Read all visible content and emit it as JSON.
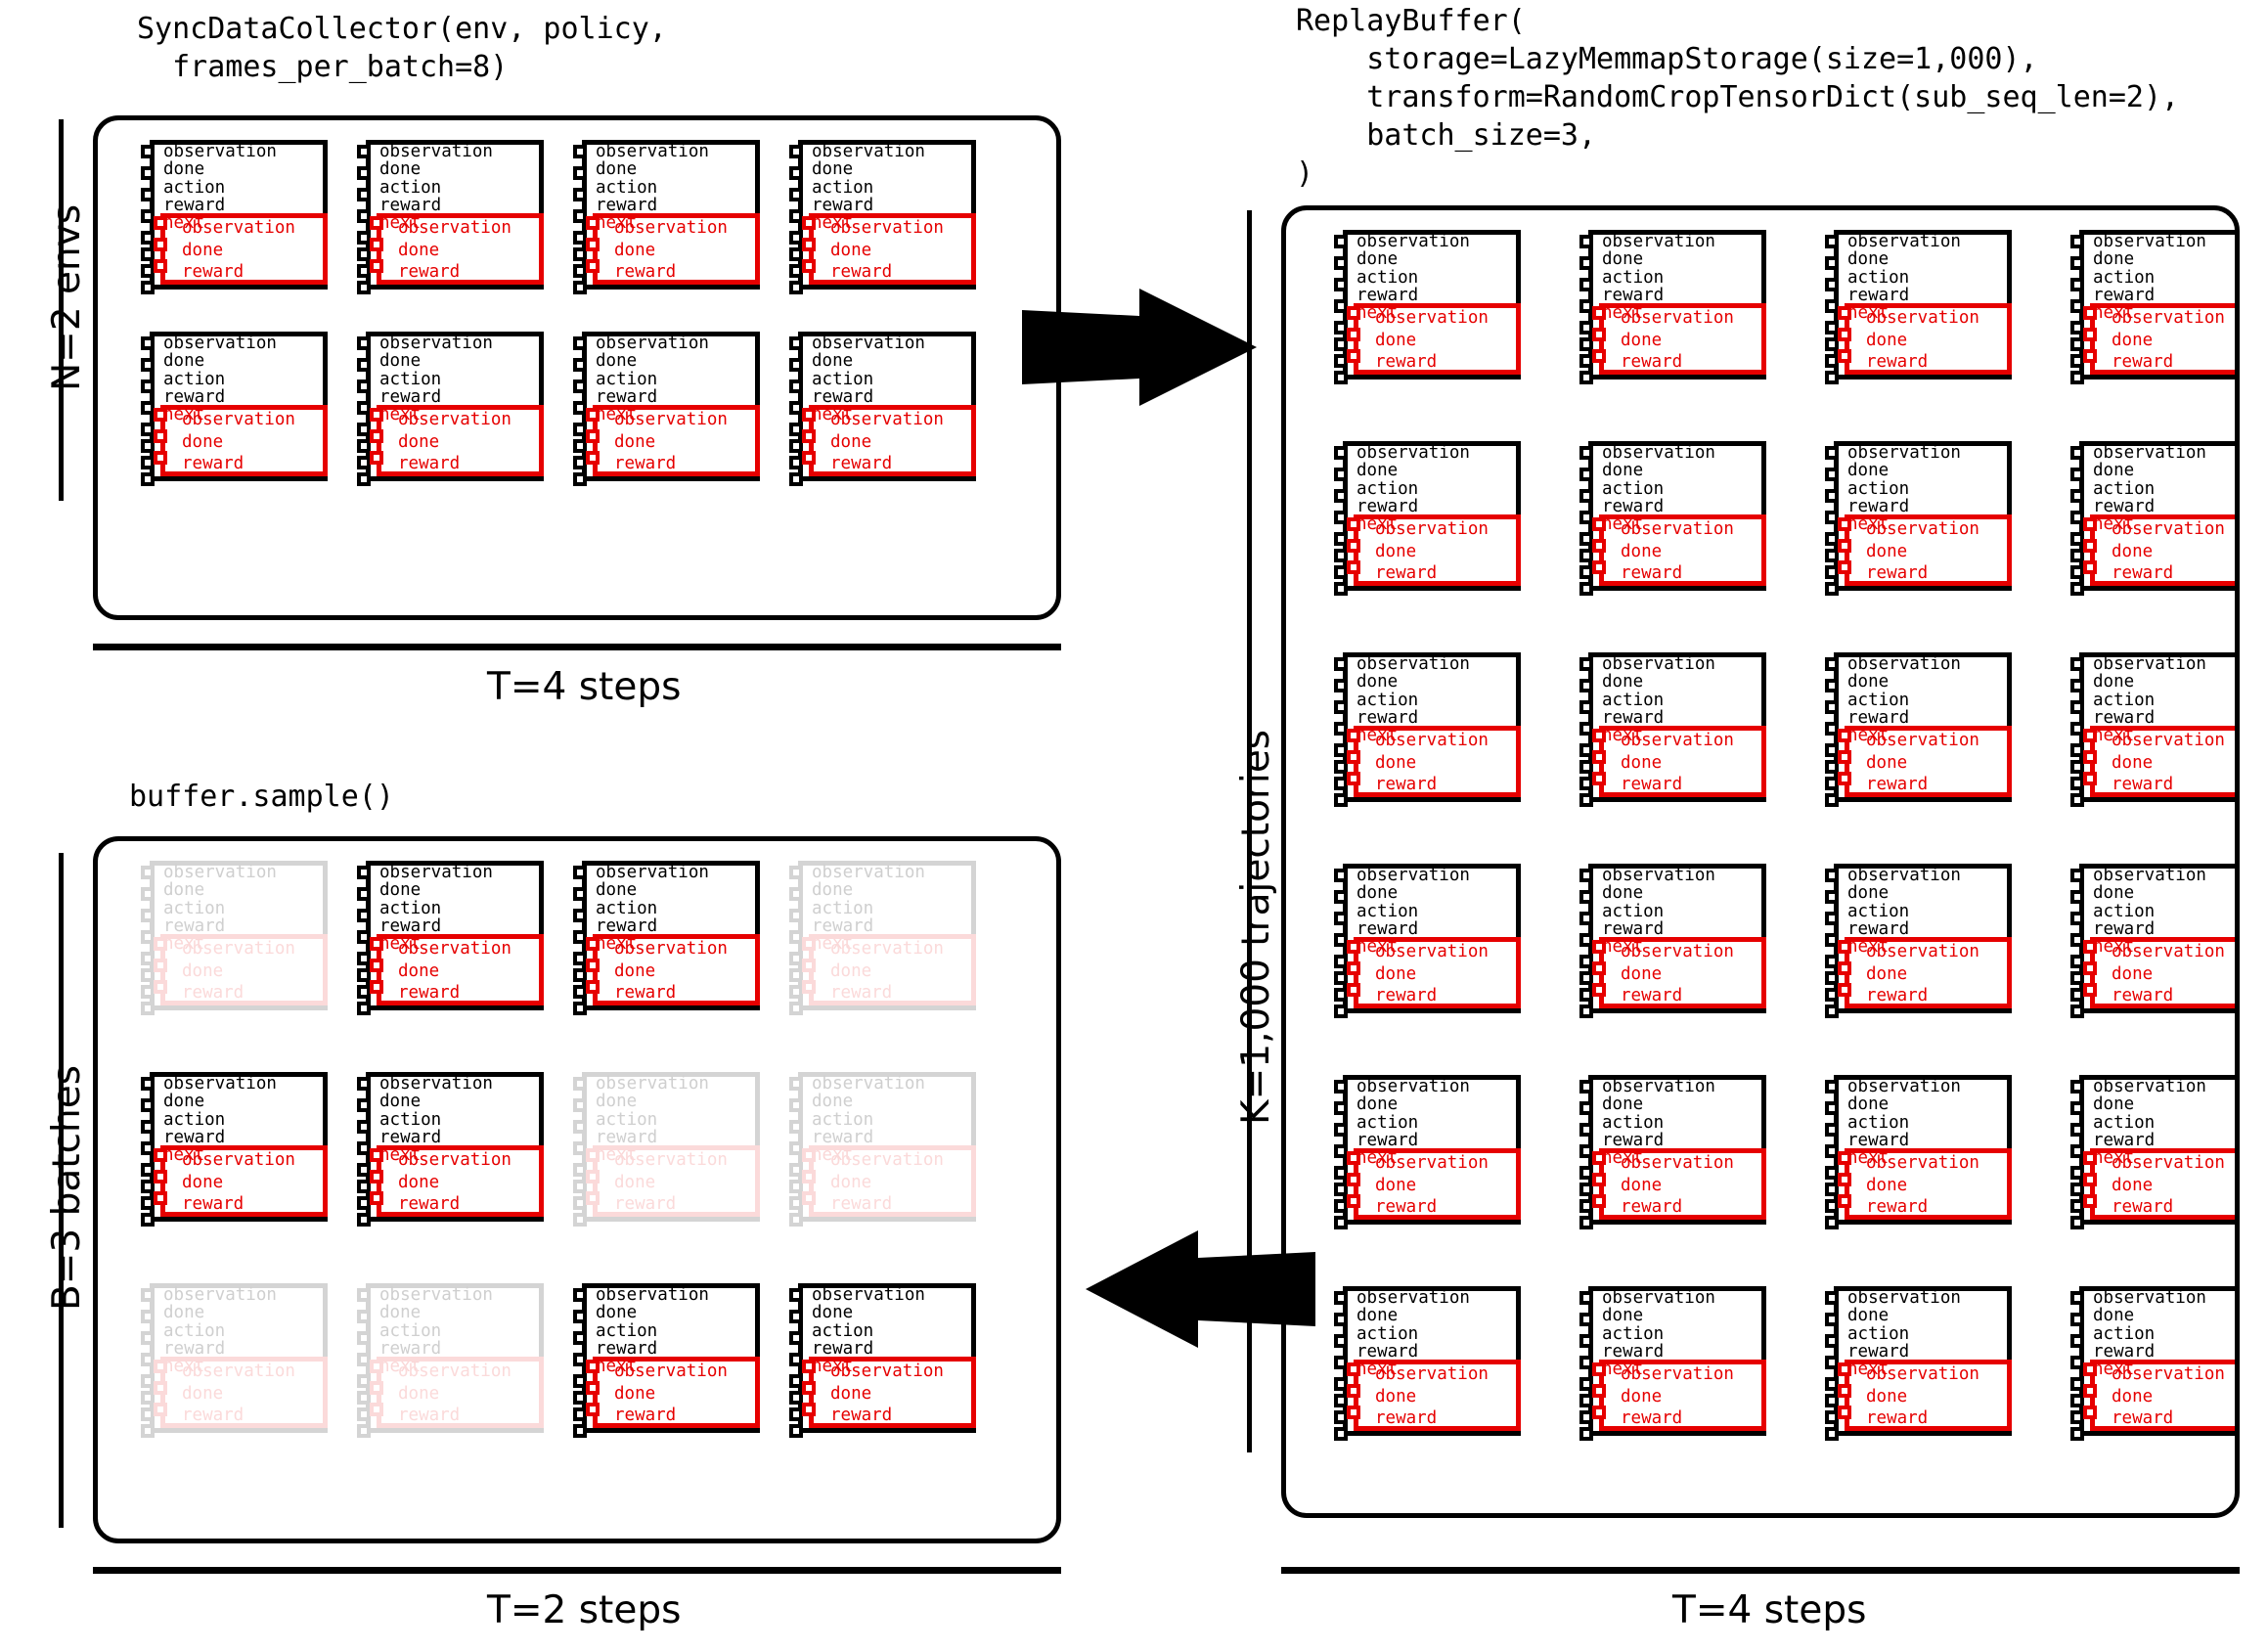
{
  "titles": {
    "collector": "SyncDataCollector(env, policy,\n  frames_per_batch=8)",
    "sample": "buffer.sample()",
    "replay_buffer": "ReplayBuffer(\n    storage=LazyMemmapStorage(size=1,000),\n    transform=RandomCropTensorDict(sub_seq_len=2),\n    batch_size=3,\n)"
  },
  "cell": {
    "keys": [
      "observation",
      "done",
      "action",
      "reward"
    ],
    "nested_key": "next",
    "nested_keys": [
      "observation",
      "done",
      "reward"
    ]
  },
  "axes": {
    "collector_rows_label": "N=2 envs",
    "collector_cols_label": "T=4 steps",
    "sample_rows_label": "B=3 batches",
    "sample_cols_label": "T=2 steps",
    "buffer_rows_label": "K=1,000 trajectories",
    "buffer_cols_label": "T=4 steps"
  },
  "colors": {
    "accent_red": "#e60000",
    "black": "#000000",
    "faded_gray": "#d4d4d4",
    "faded_red": "#fbdada"
  },
  "grids": {
    "collector": {
      "rows": 2,
      "cols": 4,
      "states": [
        [
          "active",
          "active",
          "active",
          "active"
        ],
        [
          "active",
          "active",
          "active",
          "active"
        ]
      ]
    },
    "sample": {
      "rows": 3,
      "cols": 4,
      "states": [
        [
          "faded",
          "active",
          "active",
          "faded"
        ],
        [
          "active",
          "active",
          "faded",
          "faded"
        ],
        [
          "faded",
          "faded",
          "active",
          "active"
        ]
      ]
    },
    "replay_buffer": {
      "rows": 6,
      "cols": 4,
      "states": [
        [
          "active",
          "active",
          "active",
          "active"
        ],
        [
          "active",
          "active",
          "active",
          "active"
        ],
        [
          "active",
          "active",
          "active",
          "active"
        ],
        [
          "active",
          "active",
          "active",
          "active"
        ],
        [
          "active",
          "active",
          "active",
          "active"
        ],
        [
          "active",
          "active",
          "active",
          "active"
        ]
      ]
    }
  },
  "arrows": {
    "to_buffer": "arrow-right",
    "from_buffer": "arrow-left"
  }
}
